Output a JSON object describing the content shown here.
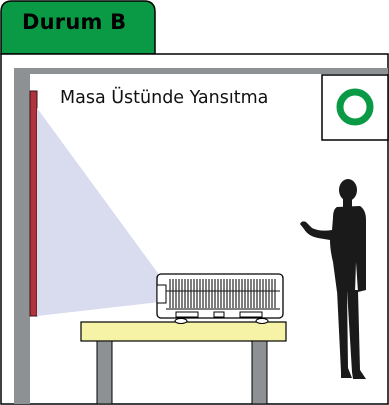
{
  "tab": {
    "label": "Durum B"
  },
  "scene": {
    "caption": "Masa Üstünde Yansıtma"
  },
  "badge": {
    "icon": "circle-ok-icon",
    "meaning": "recommended"
  },
  "colors": {
    "tab_fill": "#0a9a45",
    "wall_gray": "#8e9193",
    "room_gray": "#8e9193",
    "screen_red": "#b0343e",
    "beam": "#d9dbef",
    "table_top": "#f6f3a6",
    "table_legs": "#8e9193",
    "person": "#1a1a1a",
    "badge_ring": "#0a9a45"
  }
}
